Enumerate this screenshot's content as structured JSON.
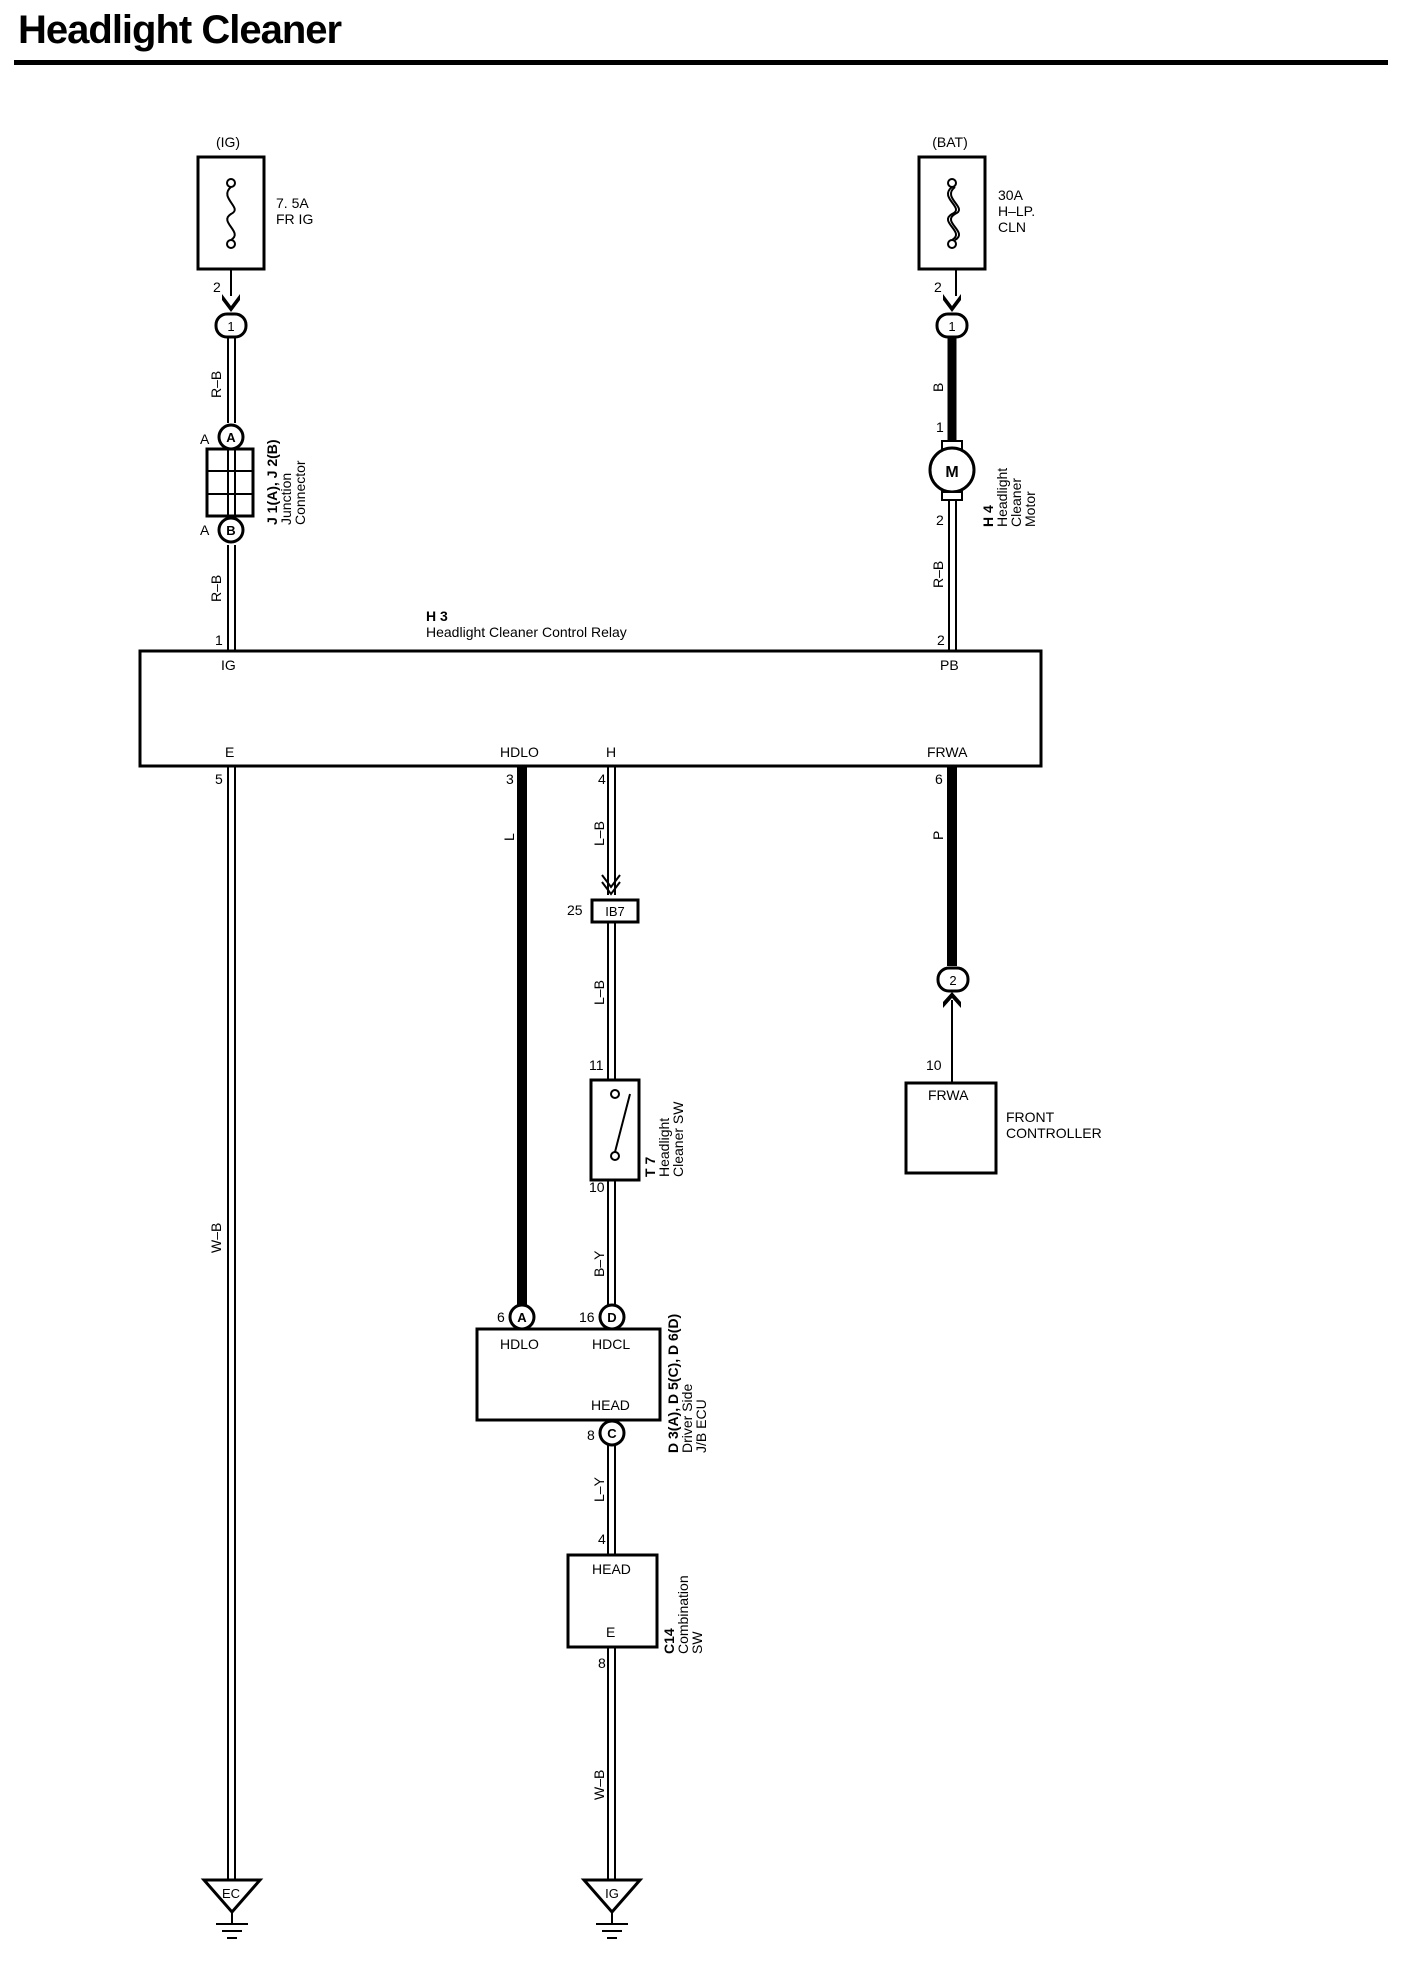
{
  "title": "Headlight Cleaner",
  "power": {
    "ig": {
      "source": "(IG)",
      "rating": "7. 5A",
      "name": "FR IG",
      "pin": "2",
      "conn": "1"
    },
    "bat": {
      "source": "(BAT)",
      "rating": "30A",
      "name1": "H–LP.",
      "name2": "CLN",
      "pin": "2",
      "conn": "1"
    }
  },
  "wires": {
    "rb_top": "R–B",
    "rb_mid": "R–B",
    "b": "B",
    "rb_right": "R–B",
    "wb_left": "W–B",
    "l": "L",
    "lb_1": "L–B",
    "lb_2": "L–B",
    "p": "P",
    "by": "B–Y",
    "ly": "L–Y",
    "wb_bottom": "W–B"
  },
  "junction": {
    "pin_a_top": "A",
    "circ_a": "A",
    "pin_a_bot": "A",
    "circ_b": "B",
    "code": "J 1(A), J 2(B)",
    "l1": "Junction",
    "l2": "Connector"
  },
  "motor": {
    "symbol": "M",
    "pin_top": "1",
    "pin_bot": "2",
    "code": "H 4",
    "l1": "Headlight",
    "l2": "Cleaner",
    "l3": "Motor"
  },
  "relay": {
    "code": "H 3",
    "name": "Headlight Cleaner Control Relay",
    "t_ig": "IG",
    "t_pb": "PB",
    "t_e": "E",
    "t_hdlo": "HDLO",
    "t_h": "H",
    "t_frwa": "FRWA",
    "p_ig": "1",
    "p_pb": "2",
    "p_e": "5",
    "p_hdlo": "3",
    "p_h": "4",
    "p_frwa": "6"
  },
  "ib": {
    "pin": "25",
    "label": "IB7"
  },
  "switch": {
    "pin_top": "11",
    "pin_bot": "10",
    "code": "T 7",
    "l1": "Headlight",
    "l2": "Cleaner SW"
  },
  "front": {
    "conn": "2",
    "pin": "10",
    "terminal": "FRWA",
    "l1": "FRONT",
    "l2": "CONTROLLER"
  },
  "ecu": {
    "pin_a": "6",
    "circ_a": "A",
    "pin_d": "16",
    "circ_d": "D",
    "pin_c": "8",
    "circ_c": "C",
    "t_hdlo": "HDLO",
    "t_hdcl": "HDCL",
    "t_head": "HEAD",
    "code": "D 3(A), D 5(C), D 6(D)",
    "l1": "Driver Side",
    "l2": "J/B ECU"
  },
  "combo": {
    "pin_head": "4",
    "pin_e": "8",
    "t_head": "HEAD",
    "t_e": "E",
    "code": "C14",
    "l1": "Combination",
    "l2": "SW"
  },
  "grounds": {
    "left": "EC",
    "right": "IG"
  }
}
